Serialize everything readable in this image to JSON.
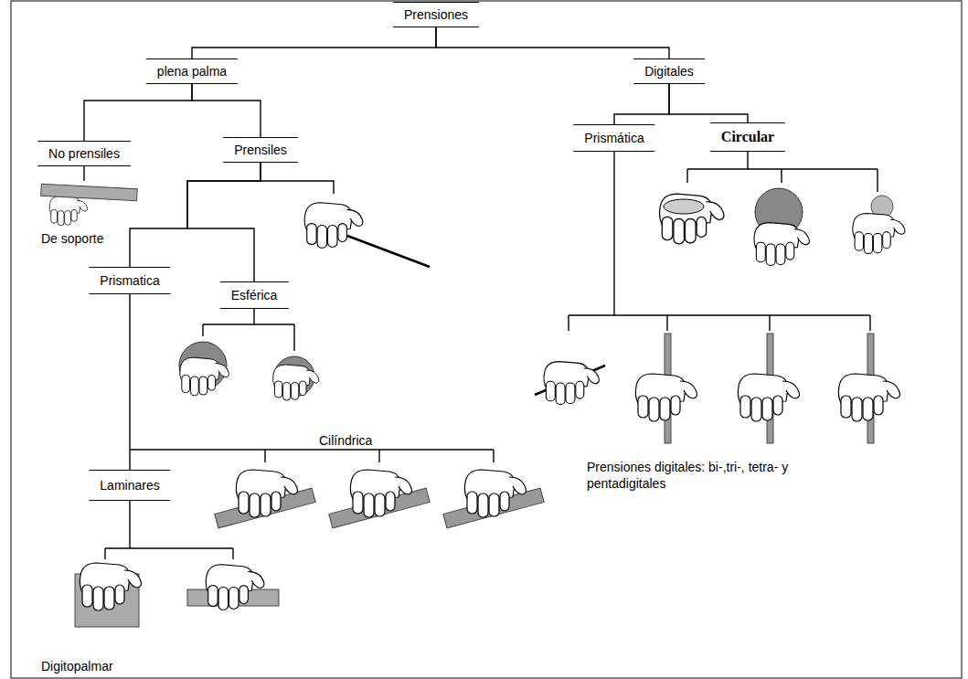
{
  "diagram": {
    "nodes": [
      {
        "text": [
          "Prensiones"
        ]
      },
      {
        "text": [
          "plena palma"
        ]
      },
      {
        "text": [
          "Digitales"
        ]
      },
      {
        "text": [
          "No prensiles"
        ]
      },
      {
        "text": [
          "Prensiles"
        ]
      },
      {
        "text": [
          "Prismatica"
        ]
      },
      {
        "text": [
          "Esférica"
        ]
      },
      {
        "text": [
          "Laminares"
        ]
      },
      {
        "text": [
          "Prismática"
        ]
      },
      {
        "text": [
          "Circular"
        ]
      }
    ],
    "edges": [
      {
        "from": 0,
        "to": 1,
        "arrow": "none"
      },
      {
        "from": 0,
        "to": 2,
        "arrow": "none"
      },
      {
        "from": 1,
        "to": 3,
        "arrow": "none"
      },
      {
        "from": 1,
        "to": 4,
        "arrow": "none"
      },
      {
        "from": 4,
        "to": 5,
        "arrow": "none"
      },
      {
        "from": 4,
        "to": 6,
        "arrow": "none"
      },
      {
        "from": 5,
        "to": 7,
        "arrow": "none"
      },
      {
        "from": 2,
        "to": 8,
        "arrow": "none"
      },
      {
        "from": 2,
        "to": 9,
        "arrow": "none"
      }
    ],
    "labels": [
      "De soporte",
      "Cilíndrica",
      "Digitopalmar",
      "Prensiones digitales: bi-,tri-, tetra- y pentadigitales"
    ]
  }
}
